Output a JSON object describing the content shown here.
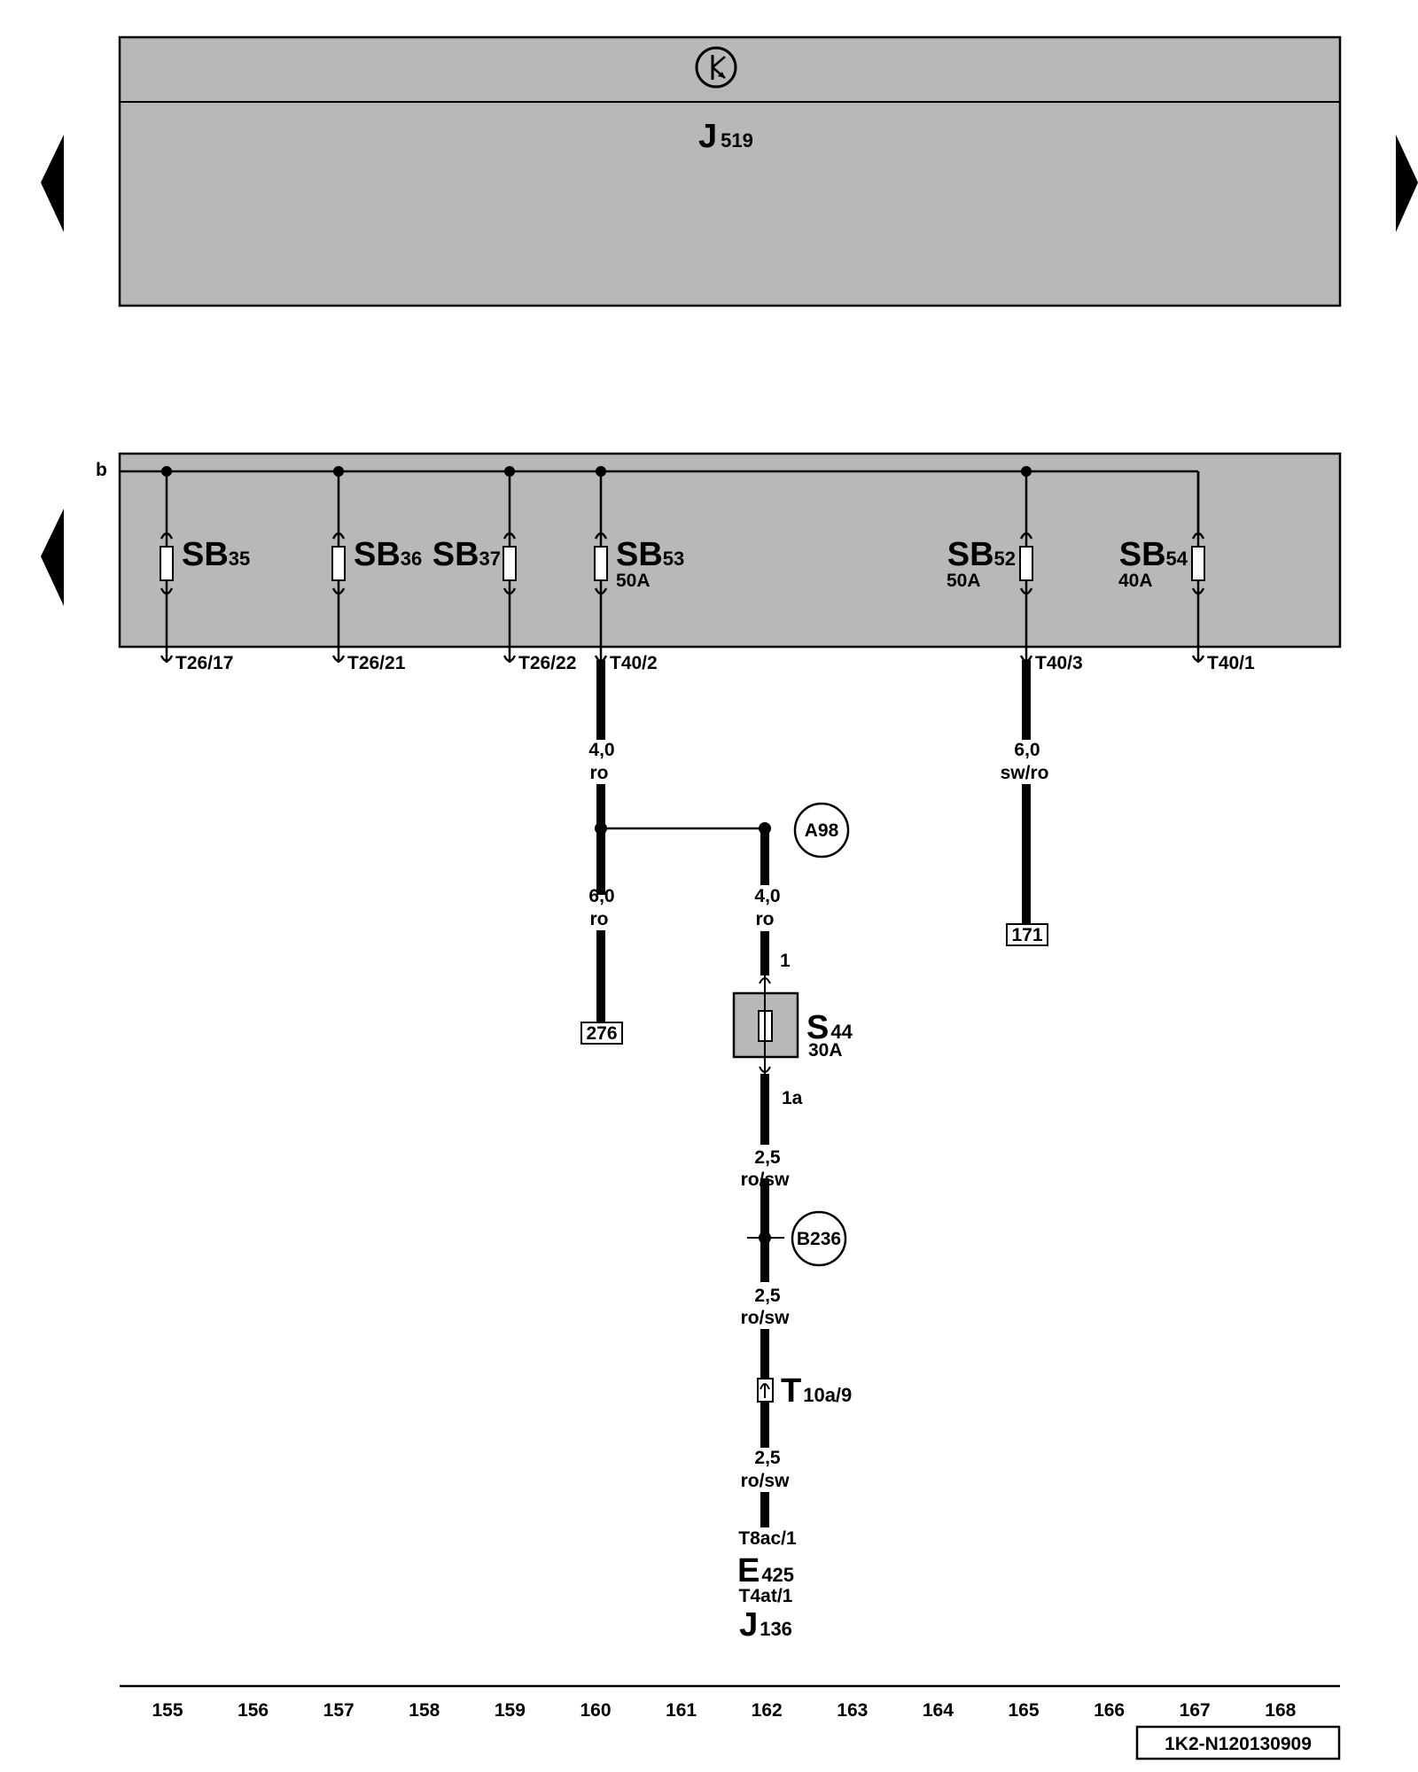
{
  "modules": {
    "top": {
      "main": "J",
      "sub": "519"
    },
    "bottom": {
      "bus_label": "b"
    }
  },
  "fuses": [
    {
      "main": "SB",
      "sub": "35",
      "rating": ""
    },
    {
      "main": "SB",
      "sub": "36",
      "rating": ""
    },
    {
      "main": "SB",
      "sub": "37",
      "rating": ""
    },
    {
      "main": "SB",
      "sub": "53",
      "rating": "50A"
    },
    {
      "main": "SB",
      "sub": "52",
      "rating": "50A"
    },
    {
      "main": "SB",
      "sub": "54",
      "rating": "40A"
    }
  ],
  "pins": [
    "T26/17",
    "T26/21",
    "T26/22",
    "T40/2",
    "T40/3",
    "T40/1"
  ],
  "wires": [
    {
      "size": "4,0",
      "color": "ro"
    },
    {
      "size": "6,0",
      "color": "ro"
    },
    {
      "size": "4,0",
      "color": "ro"
    },
    {
      "size": "6,0",
      "color": "sw/ro"
    },
    {
      "size": "2,5",
      "color": "ro/sw"
    },
    {
      "size": "2,5",
      "color": "ro/sw"
    },
    {
      "size": "2,5",
      "color": "ro/sw"
    }
  ],
  "circles": [
    "A98",
    "B236"
  ],
  "refs": [
    "276",
    "171"
  ],
  "fuse_s44": {
    "main": "S",
    "sub": "44",
    "rating": "30A",
    "pin_in": "1",
    "pin_out": "1a"
  },
  "connector": {
    "main": "T",
    "sub": "10a/9"
  },
  "end": {
    "pin1": "T8ac/1",
    "comp1": {
      "main": "E",
      "sub": "425"
    },
    "pin2": "T4at/1",
    "comp2": {
      "main": "J",
      "sub": "136"
    }
  },
  "scale": [
    "155",
    "156",
    "157",
    "158",
    "159",
    "160",
    "161",
    "162",
    "163",
    "164",
    "165",
    "166",
    "167",
    "168"
  ],
  "doc_id": "1K2-N120130909"
}
